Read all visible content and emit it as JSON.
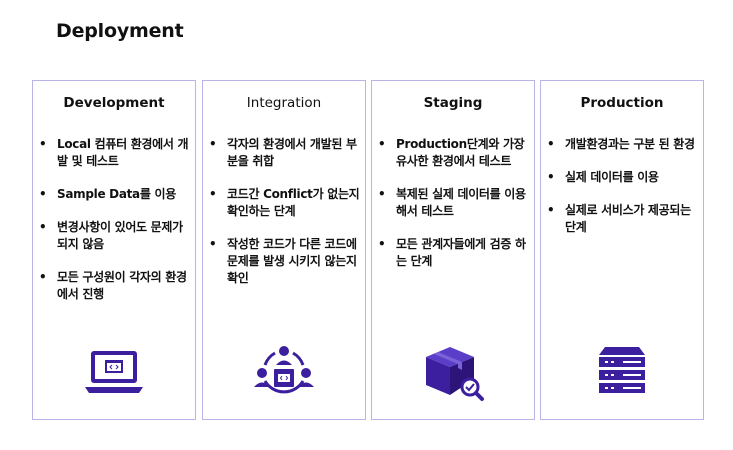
{
  "page": {
    "title": "Deployment"
  },
  "accent_color": "#3c1f9e",
  "stages": [
    {
      "title": "Development",
      "icon": "laptop-code-icon",
      "items": [
        "Local 컴퓨터 환경에서 개발 및 테스트",
        "Sample Data를 이용",
        "변경사항이 있어도 문제가 되지 않음",
        "모든 구성원이 각자의 환경에서 진행"
      ]
    },
    {
      "title": "Integration",
      "icon": "team-integration-icon",
      "items": [
        "각자의 환경에서 개발된 부분을 취합",
        "코드간 Conflict가 없는지 확인하는 단계",
        "작성한 코드가 다른 코드에 문제를 발생 시키지 않는지 확인"
      ]
    },
    {
      "title": "Staging",
      "icon": "package-inspect-icon",
      "items": [
        "Production단계와 가장 유사한 환경에서 테스트",
        "복제된 실제 데이터를 이용해서 테스트",
        "모든 관계자들에게 검증 하는 단계"
      ]
    },
    {
      "title": "Production",
      "icon": "server-rack-icon",
      "items": [
        "개발환경과는 구분 된 환경",
        "실제 데이터를 이용",
        "실제로 서비스가 제공되는 단계"
      ]
    }
  ]
}
